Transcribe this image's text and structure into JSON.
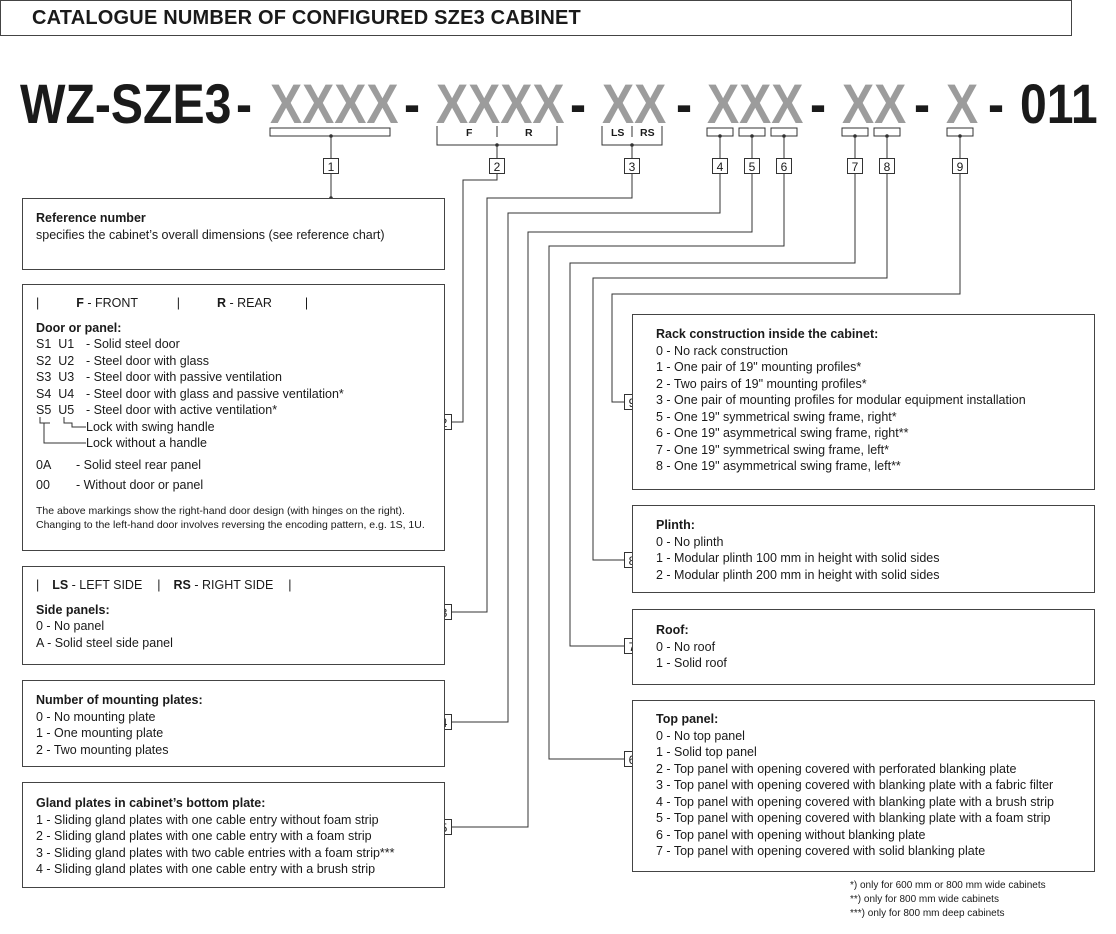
{
  "title": "CATALOGUE NUMBER OF CONFIGURED SZE3 CABINET",
  "code": {
    "prefix": "WZ-SZE3",
    "dash": "-",
    "seg1": "XXXX",
    "seg2": "XXXX",
    "seg3": "XX",
    "seg4": "XXX",
    "seg5": "XX",
    "seg6": "X",
    "suffix": "011",
    "sub_f": "F",
    "sub_r": "R",
    "sub_ls": "LS",
    "sub_rs": "RS"
  },
  "markers": [
    "1",
    "2",
    "3",
    "4",
    "5",
    "6",
    "7",
    "8",
    "9"
  ],
  "panels": {
    "p1": {
      "heading": "Reference number",
      "text": "specifies the cabinet’s overall dimensions (see reference chart)"
    },
    "p2": {
      "front_code": "F",
      "front_label": " - FRONT",
      "rear_code": "R",
      "rear_label": " - REAR",
      "heading": "Door or panel:",
      "rows": [
        {
          "code": "S1  U1",
          "text": "-  Solid steel door"
        },
        {
          "code": "S2  U2",
          "text": "-  Steel door with glass"
        },
        {
          "code": "S3  U3",
          "text": "-  Steel door with passive ventilation"
        },
        {
          "code": "S4  U4",
          "text": "-  Steel door with glass and passive ventilation*"
        },
        {
          "code": "S5  U5",
          "text": "-  Steel door with active ventilation*"
        }
      ],
      "lock_swing": "Lock with swing handle",
      "lock_without": "Lock without a handle",
      "row_0a_code": "0A",
      "row_0a_text": "-  Solid steel rear panel",
      "row_00_code": "00",
      "row_00_text": "-  Without door or panel",
      "note1": "The above markings show the right-hand door design (with hinges on the right).",
      "note2": "Changing to the left-hand door involves reversing the encoding pattern, e.g. 1S, 1U."
    },
    "p3": {
      "left_code": "LS",
      "left_label": " - LEFT SIDE",
      "right_code": "RS",
      "right_label": " - RIGHT SIDE",
      "heading": "Side panels:",
      "rows": [
        "0 - No panel",
        "A - Solid steel side panel"
      ]
    },
    "p4": {
      "heading": "Number of mounting plates:",
      "rows": [
        "0 - No mounting plate",
        "1 - One mounting plate",
        "2 - Two mounting plates"
      ]
    },
    "p5": {
      "heading": "Gland plates in cabinet’s bottom plate:",
      "rows": [
        "1 - Sliding gland plates with one cable entry without foam strip",
        "2 - Sliding gland plates with one cable entry with a foam strip",
        "3 - Sliding gland plates with two cable entries with a foam strip***",
        "4 - Sliding gland plates with one cable entry with a brush strip"
      ]
    },
    "p9": {
      "heading": "Rack construction inside the cabinet:",
      "rows": [
        "0 - No rack construction",
        "1 - One pair of 19\" mounting profiles*",
        "2 - Two pairs of 19\" mounting profiles*",
        "3 - One pair of mounting profiles for modular equipment installation",
        "5 - One 19\" symmetrical swing frame, right*",
        "6 - One 19\" asymmetrical swing frame, right**",
        "7 - One 19\" symmetrical swing frame, left*",
        "8 - One 19\" asymmetrical swing frame, left**"
      ]
    },
    "p8": {
      "heading": "Plinth:",
      "rows": [
        "0 - No plinth",
        "1 - Modular plinth 100 mm in height with solid sides",
        "2 - Modular plinth 200 mm in height with solid sides"
      ]
    },
    "p7": {
      "heading": "Roof:",
      "rows": [
        "0 - No roof",
        "1 - Solid roof"
      ]
    },
    "p6": {
      "heading": "Top panel:",
      "rows": [
        "0 - No top panel",
        "1 - Solid top panel",
        "2 - Top panel with opening covered with perforated blanking plate",
        "3 - Top panel with opening covered with blanking plate with a fabric filter",
        "4 - Top panel with opening covered with blanking plate with a brush strip",
        "5 - Top panel with opening covered with blanking plate with a foam strip",
        "6 - Top panel with opening without blanking plate",
        "7 - Top panel with opening covered with solid blanking plate"
      ]
    }
  },
  "footnotes": [
    "*) only for 600 mm or 800 mm wide cabinets",
    "**) only for 800 mm wide cabinets",
    "***) only for 800 mm deep cabinets"
  ]
}
